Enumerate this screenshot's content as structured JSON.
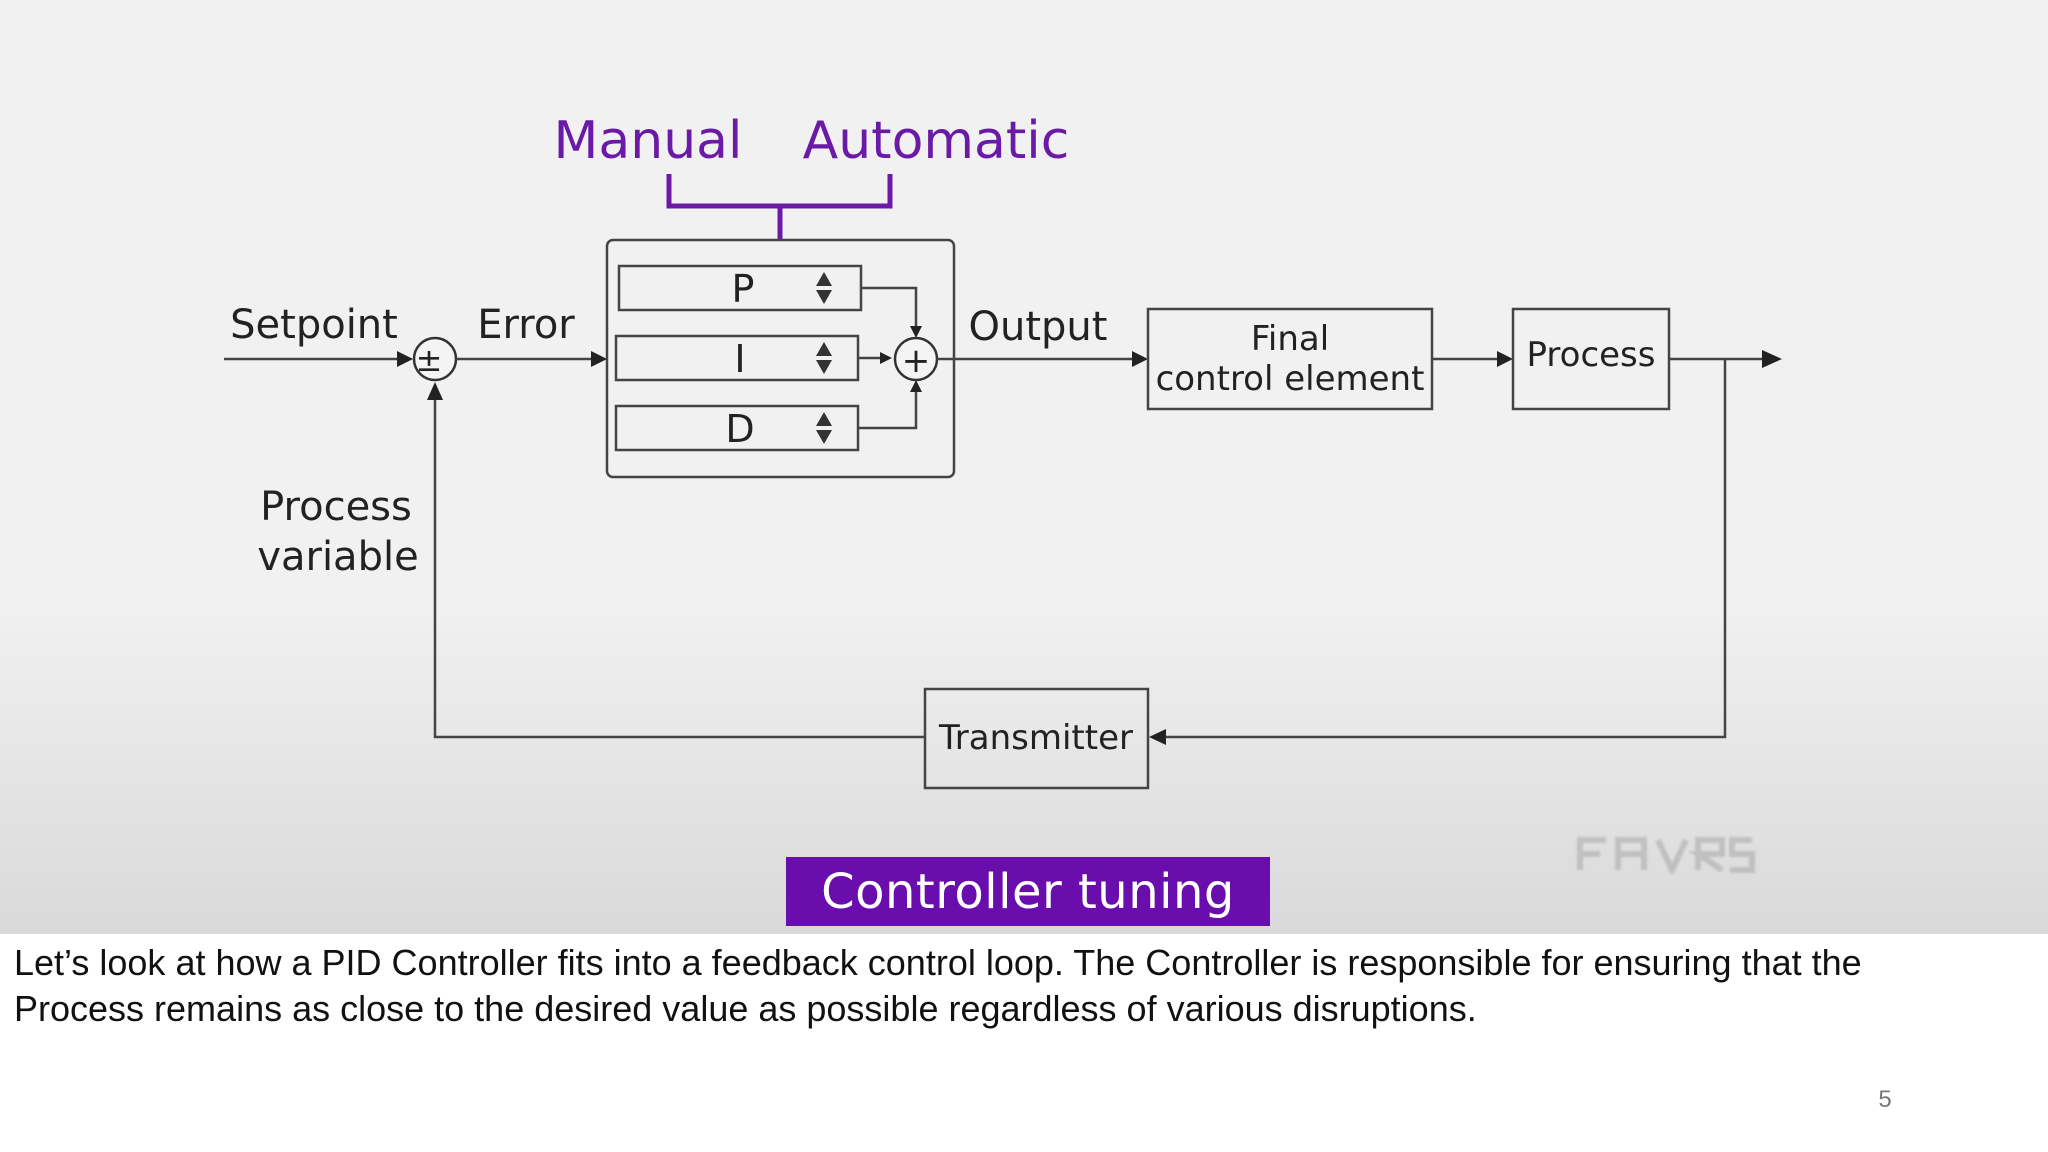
{
  "diagram": {
    "mode_labels": {
      "manual": "Manual",
      "automatic": "Automatic"
    },
    "setpoint_label": "Setpoint",
    "error_label": "Error",
    "output_label": "Output",
    "process_variable_label": {
      "line1": "Process",
      "line2": "variable"
    },
    "sum_minus_sign": "±",
    "sum_plus_sign": "+",
    "pid_terms": [
      "P",
      "I",
      "D"
    ],
    "final_control_element": {
      "line1": "Final",
      "line2": "control element"
    },
    "process_block": "Process",
    "transmitter_block": "Transmitter"
  },
  "banner_title": "Controller tuning",
  "caption": {
    "line1": "Let’s look at how a PID Controller fits into a feedback control loop. The Controller is responsible for ensuring that the",
    "line2": "Process remains as close to the desired value as possible regardless of various disruptions."
  },
  "slide_number": "5",
  "colors": {
    "accent_purple": "#6a0dad",
    "diagram_ink": "#333333",
    "background": "#f1f1f1"
  }
}
